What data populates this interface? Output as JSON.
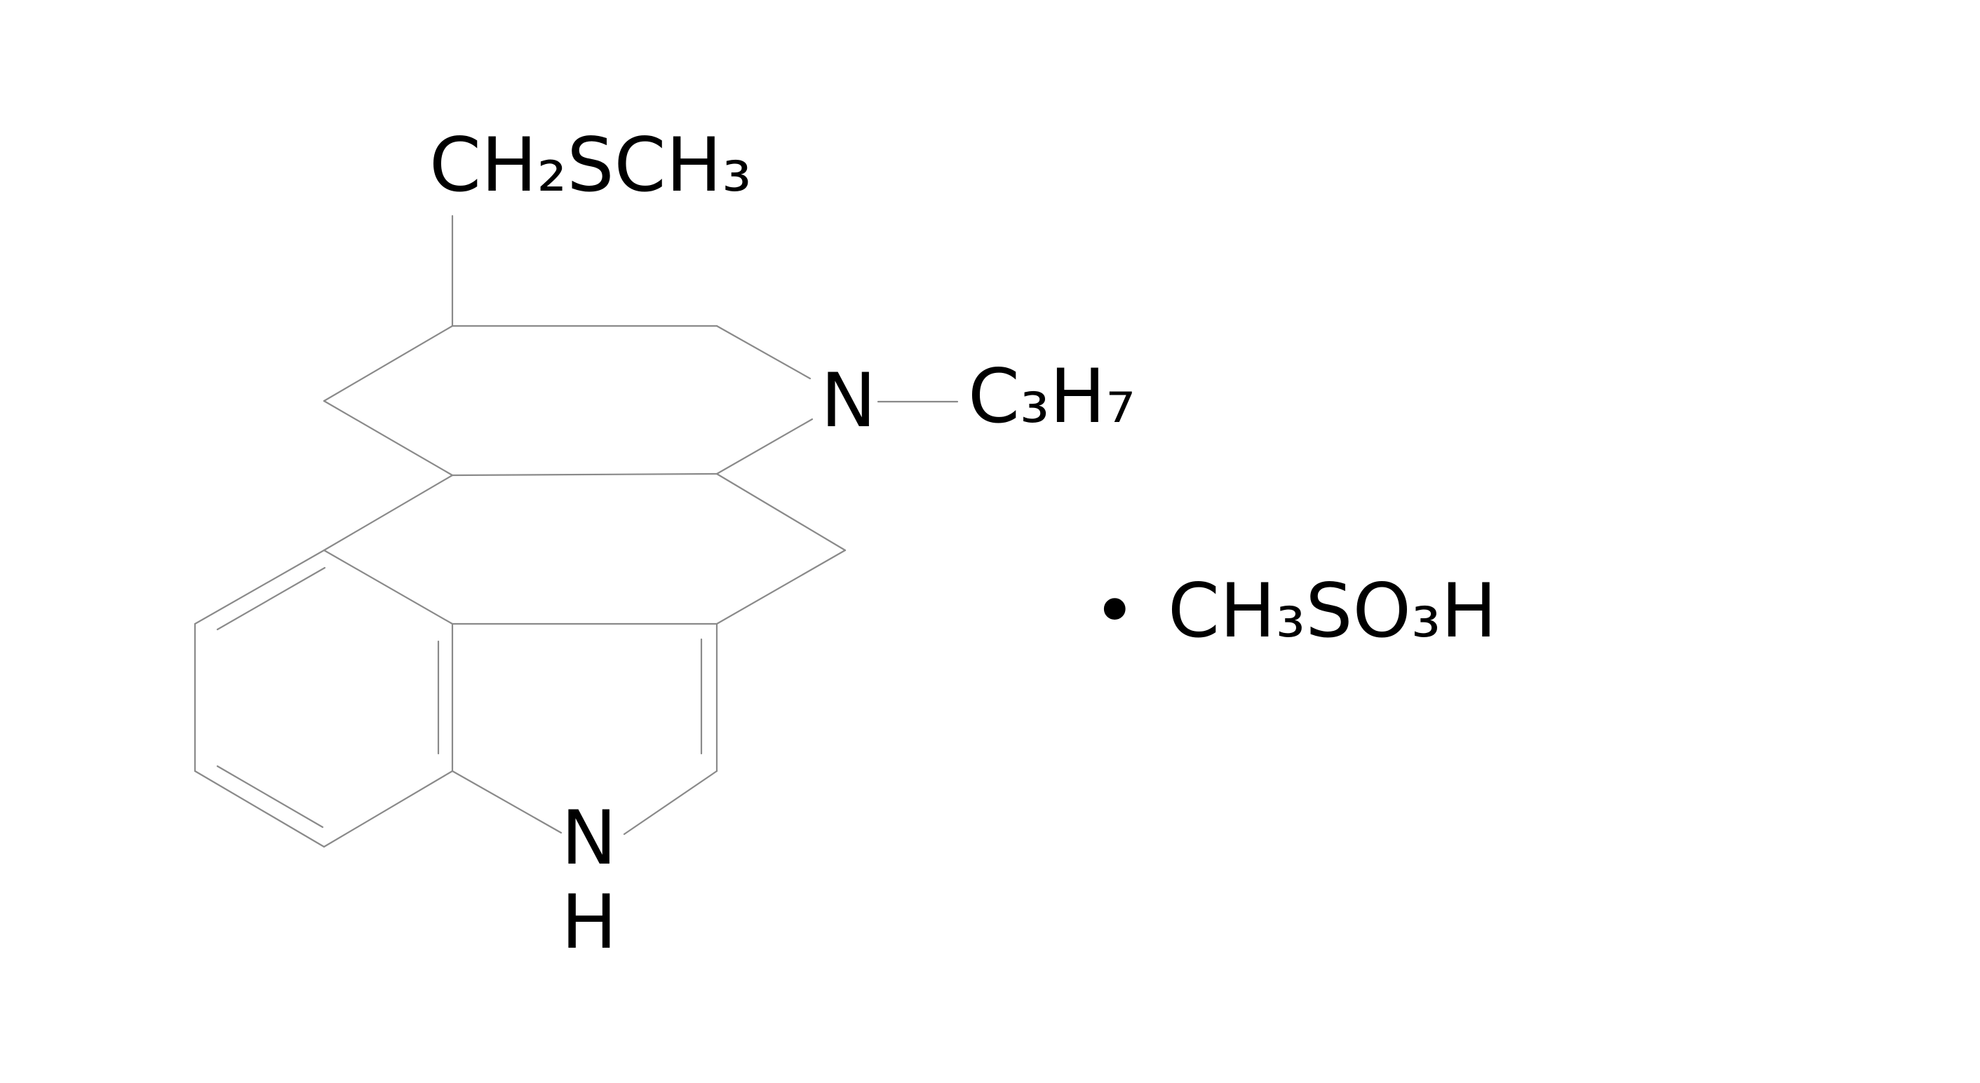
{
  "diagram": {
    "labels": {
      "substituent_top": "CH₂SCH₃",
      "ring_nitrogen": "N",
      "n_substituent": "C₃H₇",
      "indole_n": "N",
      "indole_h": "H",
      "salt_dot": "•",
      "salt": "CH₃SO₃H"
    },
    "colors": {
      "bond": "#8a8a8a",
      "text": "#000000",
      "background": "#ffffff"
    }
  }
}
